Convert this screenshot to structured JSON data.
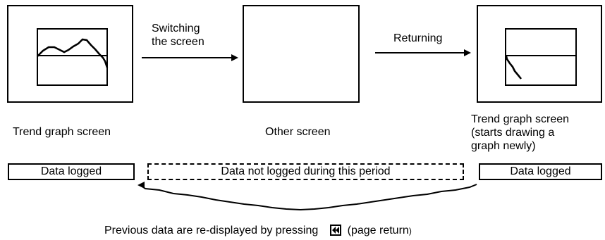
{
  "screens": [
    {
      "label_lines": [
        "Trend graph screen"
      ],
      "graph": "full-trend"
    },
    {
      "label_lines": [
        "Other screen"
      ],
      "graph": "none"
    },
    {
      "label_lines": [
        "Trend graph screen",
        "(starts drawing a",
        "graph newly)"
      ],
      "graph": "new-trend"
    }
  ],
  "arrows": {
    "switch_label_lines": [
      "Switching",
      "the screen"
    ],
    "return_label": "Returning"
  },
  "bars": {
    "left": "Data logged",
    "middle": "Data not logged during this period",
    "right": "Data logged"
  },
  "footer": {
    "prefix": "Previous data are re-displayed by pressing",
    "key_icon": "page-return-icon",
    "suffix": "(page return",
    "suffix_paren": ")"
  }
}
